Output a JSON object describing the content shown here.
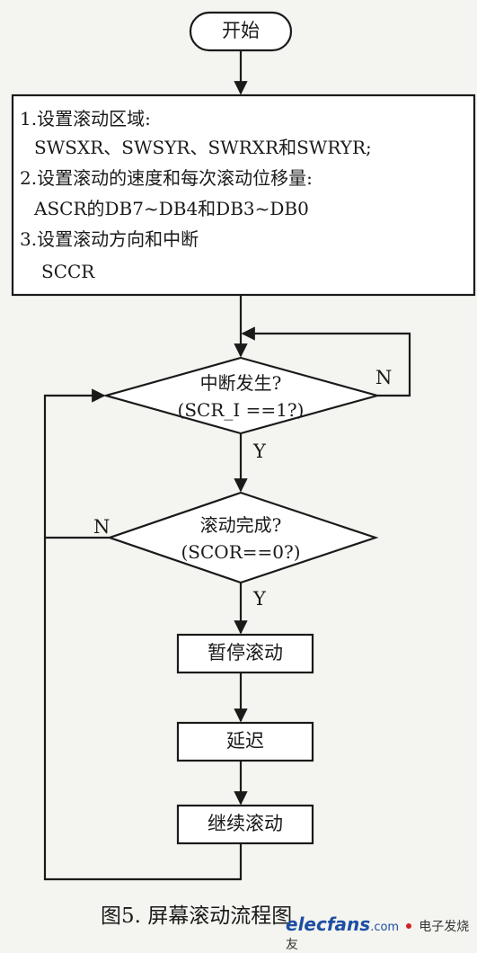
{
  "diagram": {
    "start_label": "开始",
    "setup_lines": [
      "1.设置滚动区域:",
      "SWSXR、SWSYR、SWRXR和SWRYR;",
      "2.设置滚动的速度和每次滚动位移量:",
      "ASCR的DB7~DB4和DB3~DB0",
      "3.设置滚动方向和中断",
      "SCCR"
    ],
    "decision1": {
      "line1": "中断发生?",
      "line2": "(SCR_I ==1?)",
      "no_label": "N",
      "yes_label": "Y"
    },
    "decision2": {
      "line1": "滚动完成?",
      "line2": "(SCOR==0?)",
      "no_label": "N",
      "yes_label": "Y"
    },
    "process_steps": [
      "暂停滚动",
      "延迟",
      "继续滚动"
    ]
  },
  "caption": "图5.   屏幕滚动流程图",
  "watermark": {
    "brand": "elecfans",
    "domain_suffix": ".com",
    "tagline": "电子发烧友"
  }
}
